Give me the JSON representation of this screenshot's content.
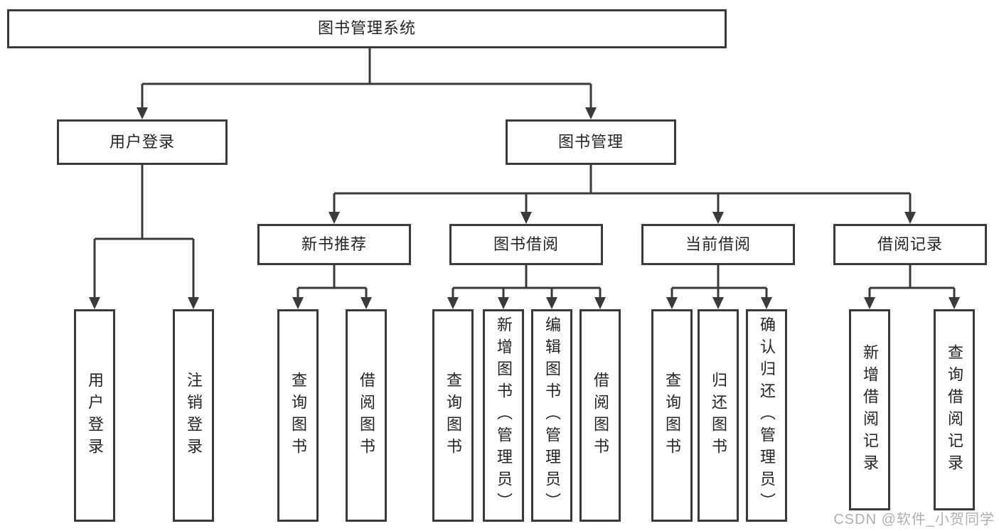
{
  "diagram": {
    "root": {
      "label": "图书管理系统",
      "children": [
        {
          "label": "用户登录",
          "children": [
            {
              "label": "用户登录"
            },
            {
              "label": "注销登录"
            }
          ]
        },
        {
          "label": "图书管理",
          "children": [
            {
              "label": "新书推荐",
              "children": [
                {
                  "label": "查询图书"
                },
                {
                  "label": "借阅图书"
                }
              ]
            },
            {
              "label": "图书借阅",
              "children": [
                {
                  "label": "查询图书"
                },
                {
                  "label": "新增图书（管理员）"
                },
                {
                  "label": "编辑图书（管理员）"
                },
                {
                  "label": "借阅图书"
                }
              ]
            },
            {
              "label": "当前借阅",
              "children": [
                {
                  "label": "查询图书"
                },
                {
                  "label": "归还图书"
                },
                {
                  "label": "确认归还（管理员）"
                }
              ]
            },
            {
              "label": "借阅记录",
              "children": [
                {
                  "label": "新增借阅记录"
                },
                {
                  "label": "查询借阅记录"
                }
              ]
            }
          ]
        }
      ]
    }
  },
  "watermark": "CSDN @软件_小贺同学",
  "colors": {
    "line": "#3a3a3a",
    "text": "#242424",
    "box_background": "#ffffff",
    "watermark": "#aeaeae",
    "background": "#ffffff"
  }
}
